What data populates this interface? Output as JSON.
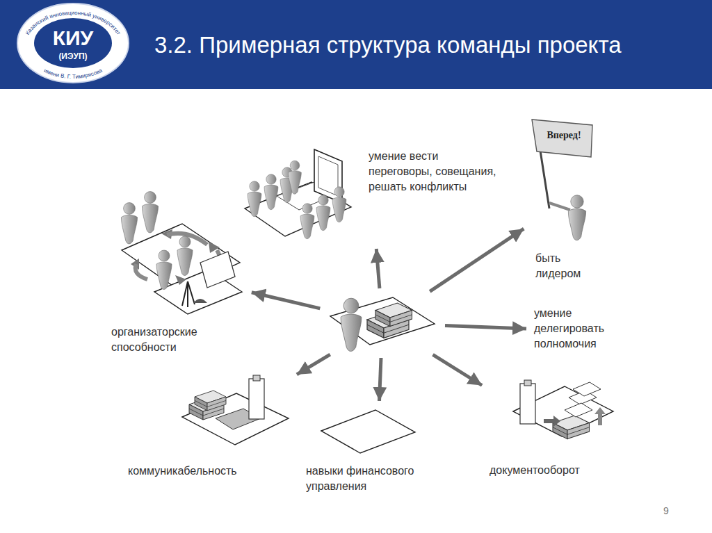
{
  "diagram": {
    "title": "3.2. Примерная структура команды проекта",
    "nodes": [
      {
        "text": []
      },
      {
        "text": [
          "умение вести переговоры, совещания, решать конфликты"
        ]
      },
      {
        "text": [
          "быть лидером"
        ]
      },
      {
        "text": [
          "организаторские способности"
        ]
      },
      {
        "text": [
          "умение делегировать полномочия"
        ]
      },
      {
        "text": [
          "коммуникабельность"
        ]
      },
      {
        "text": [
          "навыки финансового управления"
        ]
      },
      {
        "text": [
          "документооборот"
        ]
      }
    ],
    "edges": [
      {
        "from": 0,
        "to": 1,
        "arrow": "to"
      },
      {
        "from": 0,
        "to": 2,
        "arrow": "to"
      },
      {
        "from": 0,
        "to": 3,
        "arrow": "to"
      },
      {
        "from": 0,
        "to": 4,
        "arrow": "to"
      },
      {
        "from": 0,
        "to": 5,
        "arrow": "to"
      },
      {
        "from": 0,
        "to": 6,
        "arrow": "to"
      },
      {
        "from": 0,
        "to": 7,
        "arrow": "to"
      }
    ],
    "labels": [
      "Казанский инновационный университет",
      "КИУ",
      "(ИЭУП)",
      "имени В. Г. Тимирясова",
      "Вперед!",
      "9"
    ]
  }
}
